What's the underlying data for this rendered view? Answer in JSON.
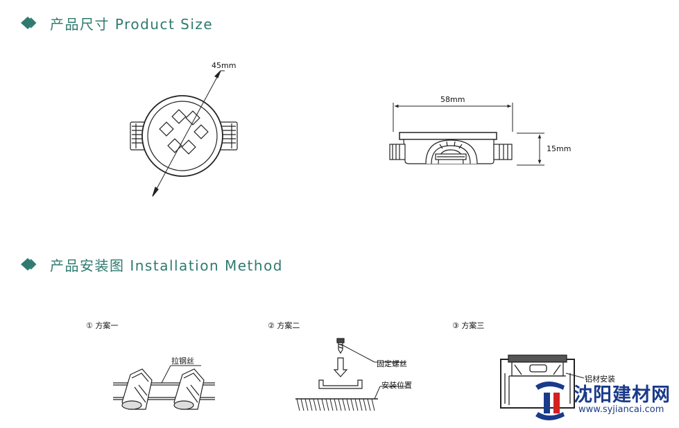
{
  "sections": {
    "size": {
      "title": "产品尺寸 Product Size"
    },
    "install": {
      "title": "产品安装图 Installation Method"
    }
  },
  "dimensions": {
    "diameter": "45mm",
    "width": "58mm",
    "height": "15mm"
  },
  "methods": [
    {
      "label": "① 方案一",
      "callout": "拉钢丝"
    },
    {
      "label": "② 方案二",
      "callout_top": "固定螺丝",
      "callout_bottom": "安装位置"
    },
    {
      "label": "③ 方案三",
      "callout": "铝材安装"
    }
  ],
  "watermark": {
    "name": "沈阳建材网",
    "url": "www.syjiancai.com"
  },
  "colors": {
    "accent": "#2e7a6f",
    "watermark": "#1a3a8a",
    "watermark_red": "#d42020"
  }
}
